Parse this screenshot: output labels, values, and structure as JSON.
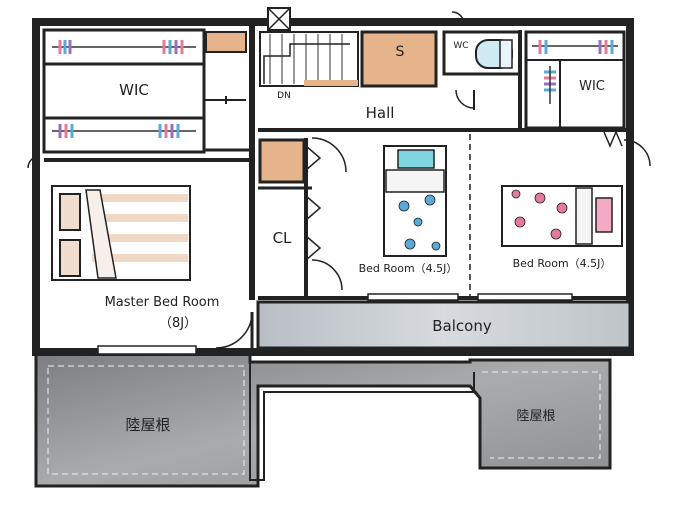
{
  "rooms": {
    "wic_left": "WIC",
    "storage": "S",
    "wc": "WC",
    "wic_right": "WIC",
    "down": "DN",
    "hall": "Hall",
    "closet": "CL",
    "bedroom_center": "Bed Room（4.5J）",
    "bedroom_right": "Bed Room（4.5J）",
    "master_line1": "Master Bed Room",
    "master_line2": "（8J）",
    "balcony": "Balcony",
    "roof_left": "陸屋根",
    "roof_right": "陸屋根"
  },
  "colors": {
    "wall": "#222222",
    "floor": "#ffffff",
    "storage_fill": "#e6b48a",
    "balcony_fill": "#c7ccd1",
    "roof_fill": "#8a8c8e",
    "bed_cover": "#f5f5f5",
    "pillow_cyan": "#7fd6df",
    "pillow_pink": "#f4a9c4",
    "flower_blue": "#5aa9d6",
    "flower_pink": "#e57a9b"
  }
}
